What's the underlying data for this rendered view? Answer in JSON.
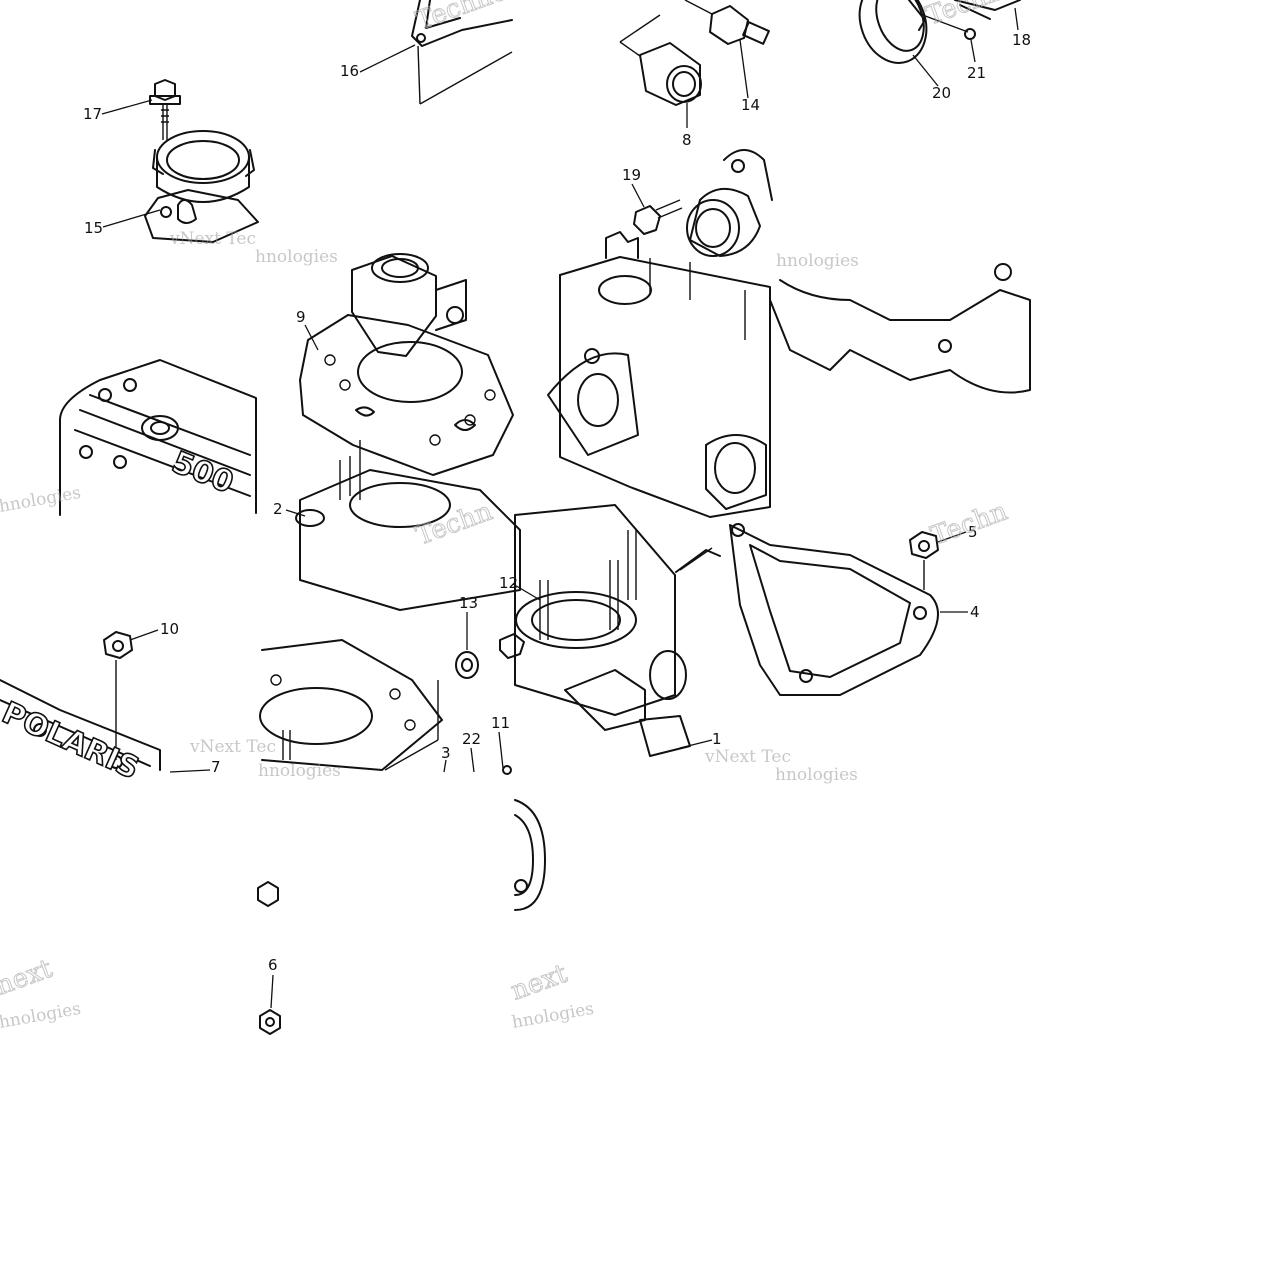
{
  "callouts": [
    "1",
    "2",
    "3",
    "4",
    "5",
    "6",
    "7",
    "8",
    "9",
    "10",
    "11",
    "12",
    "13",
    "14",
    "15",
    "16",
    "17",
    "18",
    "19",
    "20",
    "21",
    "22"
  ],
  "watermark": {
    "line_a": "vNext Tec",
    "line_b": "hnologies",
    "word_a": "Techno",
    "word_b": "next",
    "word_c": "Techn"
  },
  "emboss": {
    "head_left": "500",
    "head_brand": "POLARIS"
  },
  "colors": {
    "ink": "#111111",
    "watermark": "#9a9a9a",
    "background": "#ffffff"
  }
}
